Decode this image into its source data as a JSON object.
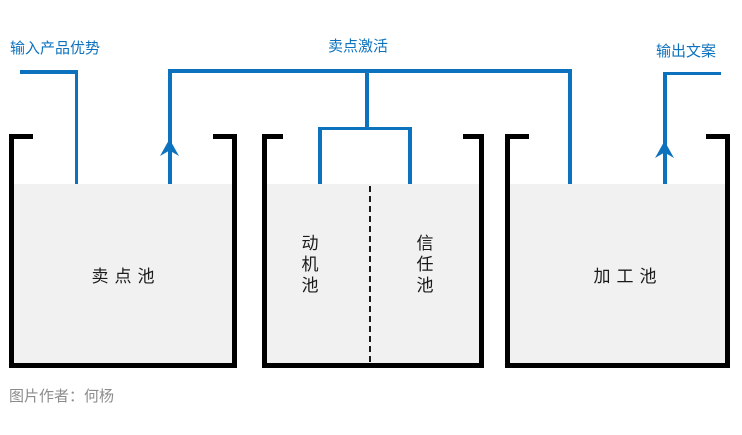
{
  "labels": {
    "input": "输入产品优势",
    "activation": "卖点激活",
    "output": "输出文案",
    "pool_left": "卖点池",
    "pool_mid_left": "动机池",
    "pool_mid_right": "信任池",
    "pool_right": "加工池",
    "attribution": "图片作者：何杨"
  },
  "flows": [
    {
      "from": "输入产品优势",
      "to": "卖点池",
      "direction": "down"
    },
    {
      "from": "卖点池",
      "to": "卖点激活",
      "direction": "up"
    },
    {
      "from": "卖点激活",
      "to": "动机池",
      "direction": "down"
    },
    {
      "from": "卖点激活",
      "to": "信任池",
      "direction": "down"
    },
    {
      "from": "卖点激活",
      "to": "加工池",
      "direction": "down"
    },
    {
      "from": "加工池",
      "to": "输出文案",
      "direction": "up"
    }
  ],
  "colors": {
    "accent_blue": "#0D72BE",
    "container_outline": "#000000",
    "pool_fill": "#F1F1F1",
    "attribution_text": "#8C8C8C",
    "background": "#FFFFFF"
  }
}
